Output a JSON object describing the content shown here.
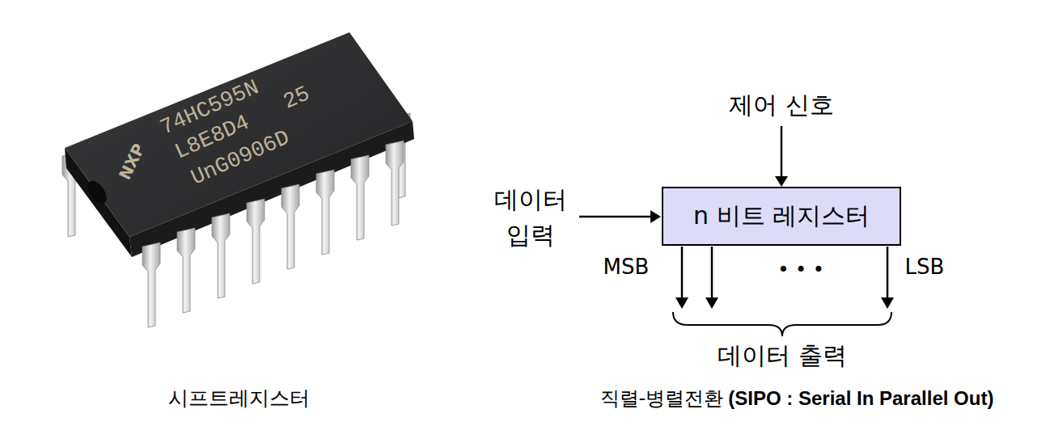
{
  "diagram": {
    "nodes": [
      {
        "text": [
          "n 비트 레지스터"
        ]
      }
    ],
    "labels": [
      "74HC595N",
      "L8E8D4",
      "25",
      "UnG0906D",
      "NXP",
      "시프트레지스터",
      "제어 신호",
      "데이터 입력",
      "MSB",
      "• • •",
      "LSB",
      "데이터 출력",
      "직렬-병렬전환",
      "(SIPO : Serial In Parallel Out)"
    ]
  }
}
